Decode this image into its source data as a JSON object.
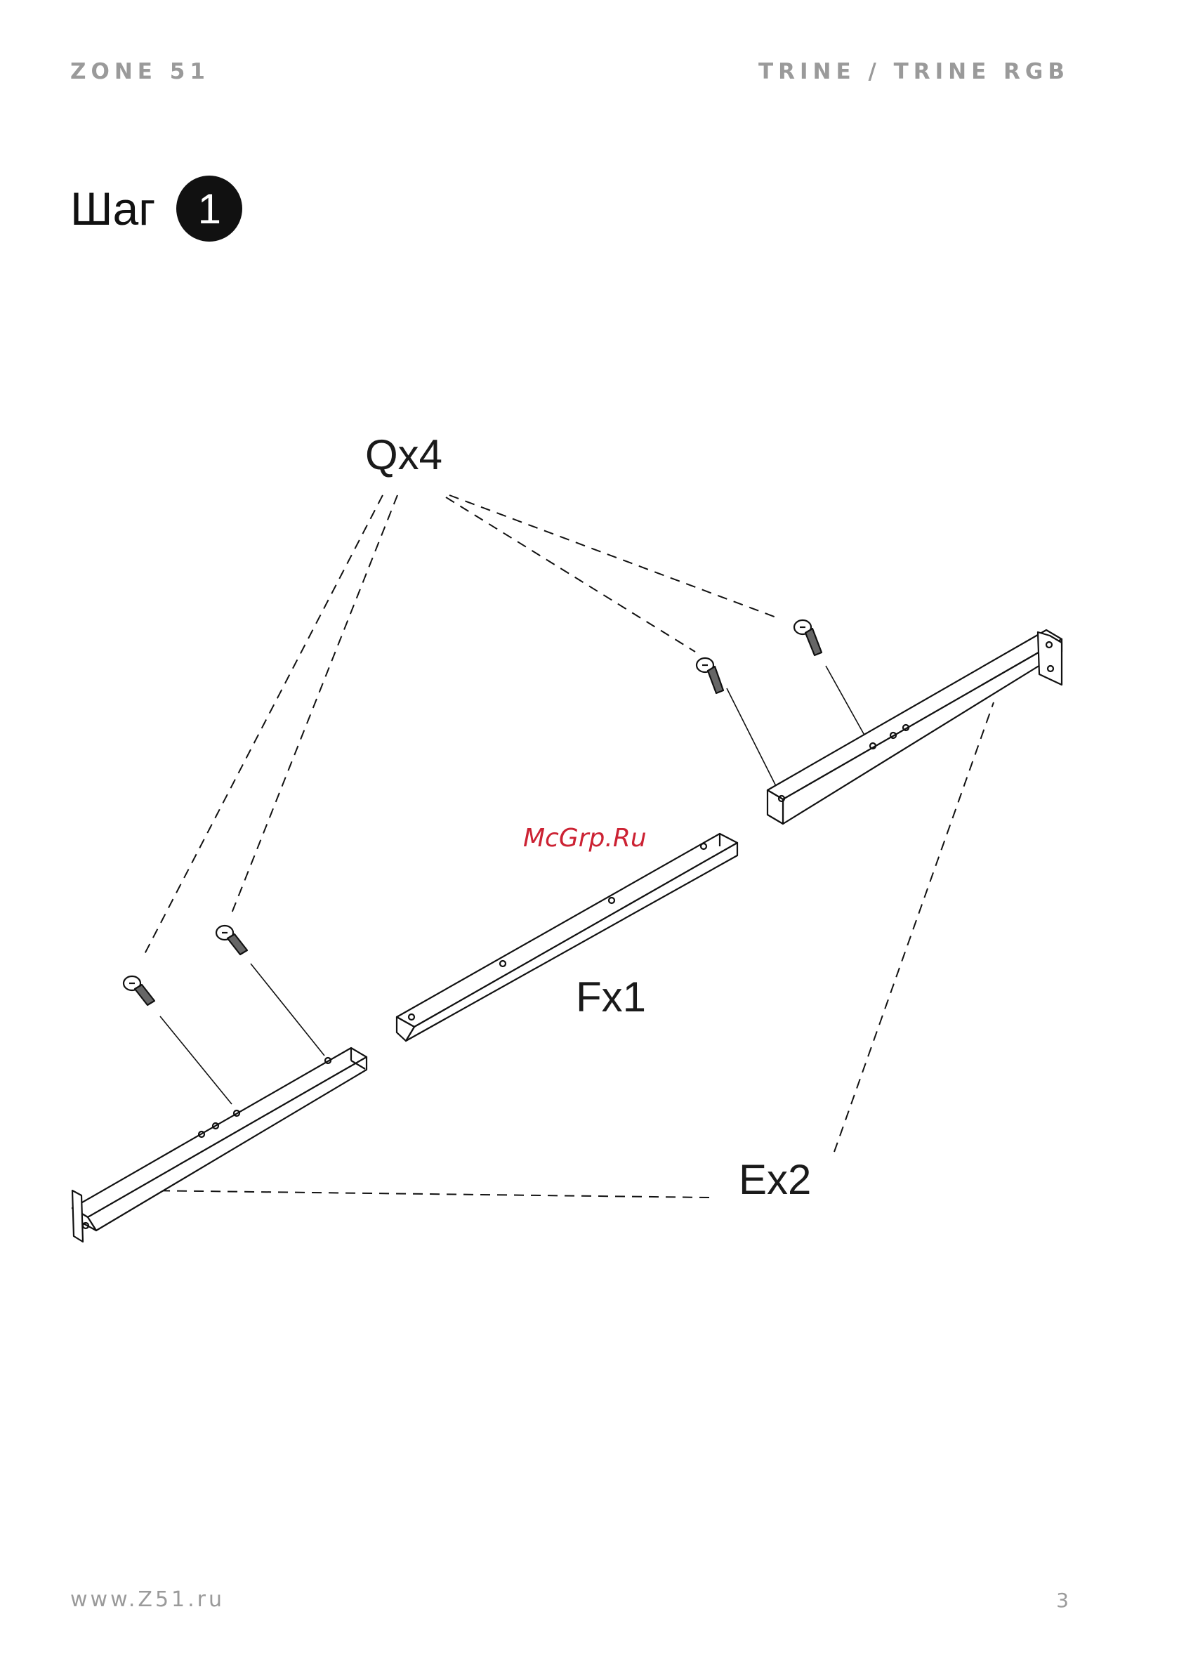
{
  "header": {
    "brand": "ZONE 51",
    "model": "TRINE / TRINE RGB"
  },
  "step": {
    "label": "Шаг",
    "number": "1"
  },
  "parts": {
    "screws": "Qx4",
    "beam": "Fx1",
    "side_beams": "Ex2"
  },
  "watermark": "McGrp.Ru",
  "footer": {
    "url": "www.Z51.ru",
    "page": "3"
  }
}
